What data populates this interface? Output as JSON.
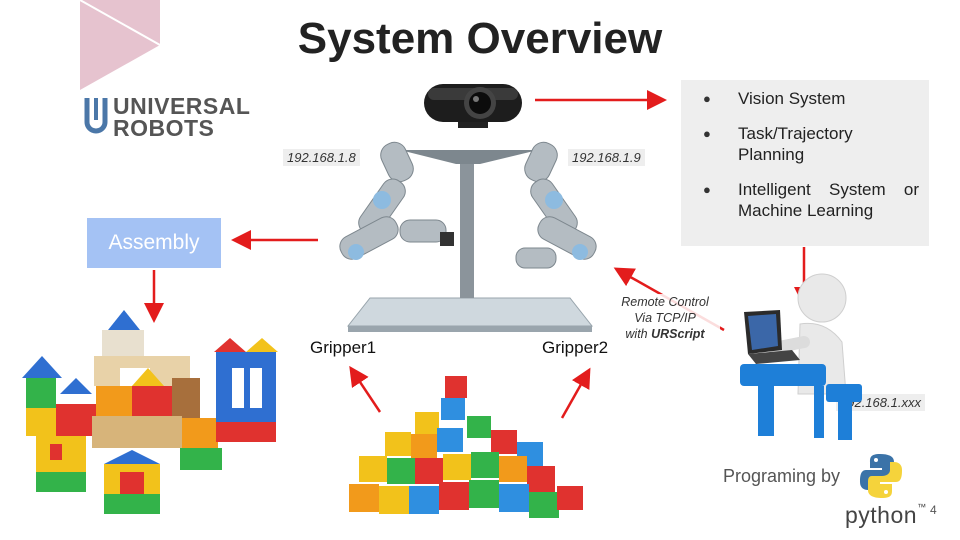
{
  "slide": {
    "title": "System Overview",
    "page_number": "4"
  },
  "logo": {
    "line1": "UNIVERSAL",
    "line2": "ROBOTS"
  },
  "ips": {
    "left_robot": "192.168.1.8",
    "right_robot": "192.168.1.9",
    "computer": "192.168.1.xxx"
  },
  "assembly": {
    "label": "Assembly"
  },
  "bullets": {
    "items": [
      "Vision System",
      "Task/Trajectory Planning",
      "Intelligent System or Machine Learning"
    ]
  },
  "grippers": {
    "left": "Gripper1",
    "right": "Gripper2"
  },
  "remote": {
    "line1": "Remote Control",
    "line2": "Via TCP/IP",
    "line3_prefix": "with ",
    "line3_bold": "URScript"
  },
  "programming": {
    "label": "Programing by",
    "python": "python",
    "tm": "™"
  },
  "colors": {
    "arrow": "#e31c1c",
    "assembly_box": "#a4c2f4",
    "bullet_panel": "#eeeeee",
    "corner_shape": "#e6c3cf"
  }
}
